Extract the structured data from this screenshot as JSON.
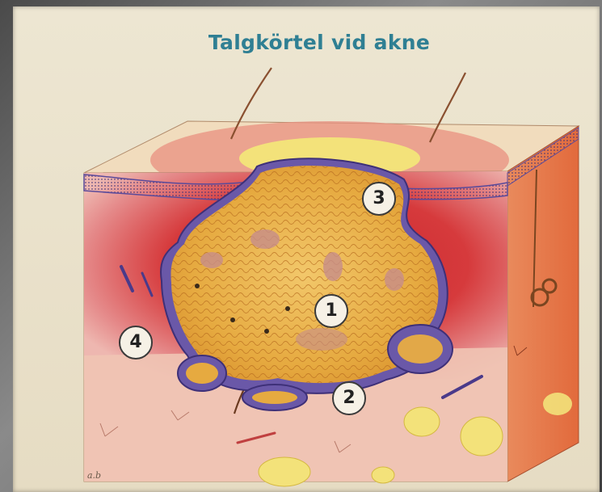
{
  "title": "Talgkörtel vid akne",
  "labels": [
    "1",
    "2",
    "3",
    "4"
  ],
  "signature": "a.b",
  "colors": {
    "title": "#2f7f93",
    "skin_surface": "#f0d8b8",
    "inflamed_dermis": "#d8343a",
    "sebum": "#e8b448",
    "epidermis_border": "#6a5aa0",
    "fat": "#f2e27a"
  }
}
